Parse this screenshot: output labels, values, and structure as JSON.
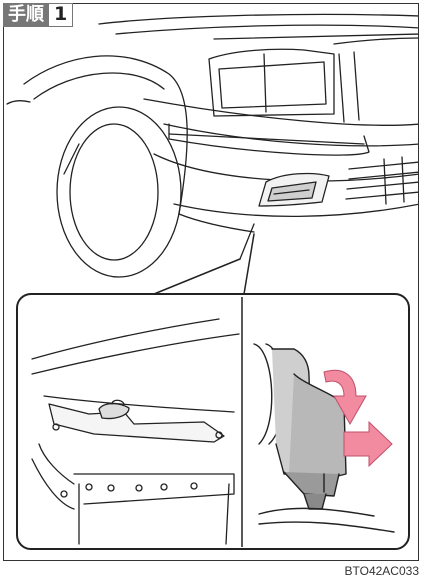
{
  "step": {
    "word": "手順",
    "number": "1"
  },
  "figure": {
    "code": "BTO42AC033"
  },
  "icons": [
    "car-front-bumper-illustration",
    "fog-lamp-bulb-socket-illustration",
    "rotate-arrow-icon",
    "pull-arrow-icon"
  ],
  "colors": {
    "arrow": "#f28aa0",
    "line": "#222222",
    "connector": "#aaaaaa",
    "label_bg": "#777777"
  }
}
